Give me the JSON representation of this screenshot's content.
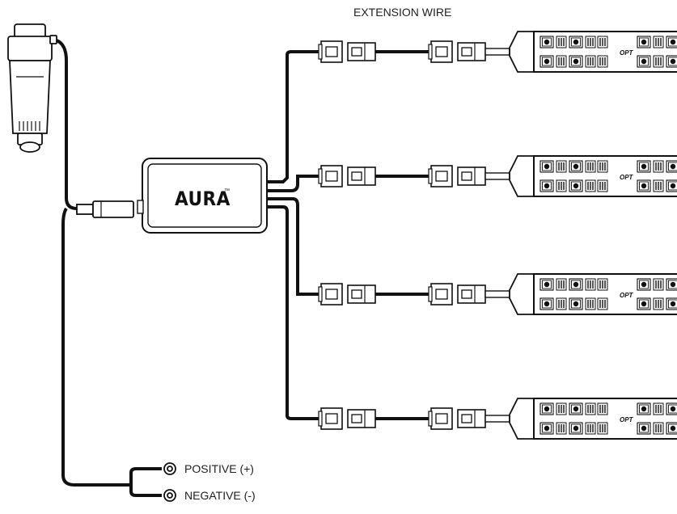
{
  "diagram": {
    "extension_label": "EXTENSION WIRE",
    "controller_brand": "AURA",
    "controller_mark": "™",
    "strip_logo": "OPT",
    "positive_label": "POSITIVE (+)",
    "negative_label": "NEGATIVE (-)",
    "colors": {
      "wire": "#111111",
      "outline": "#222222",
      "background": "#ffffff"
    },
    "icons": [
      "cigarette-lighter-plug-icon",
      "dc-barrel-plug-icon",
      "ring-terminal-icon",
      "connector-icon",
      "led-strip-icon"
    ],
    "strip_count": 4
  }
}
